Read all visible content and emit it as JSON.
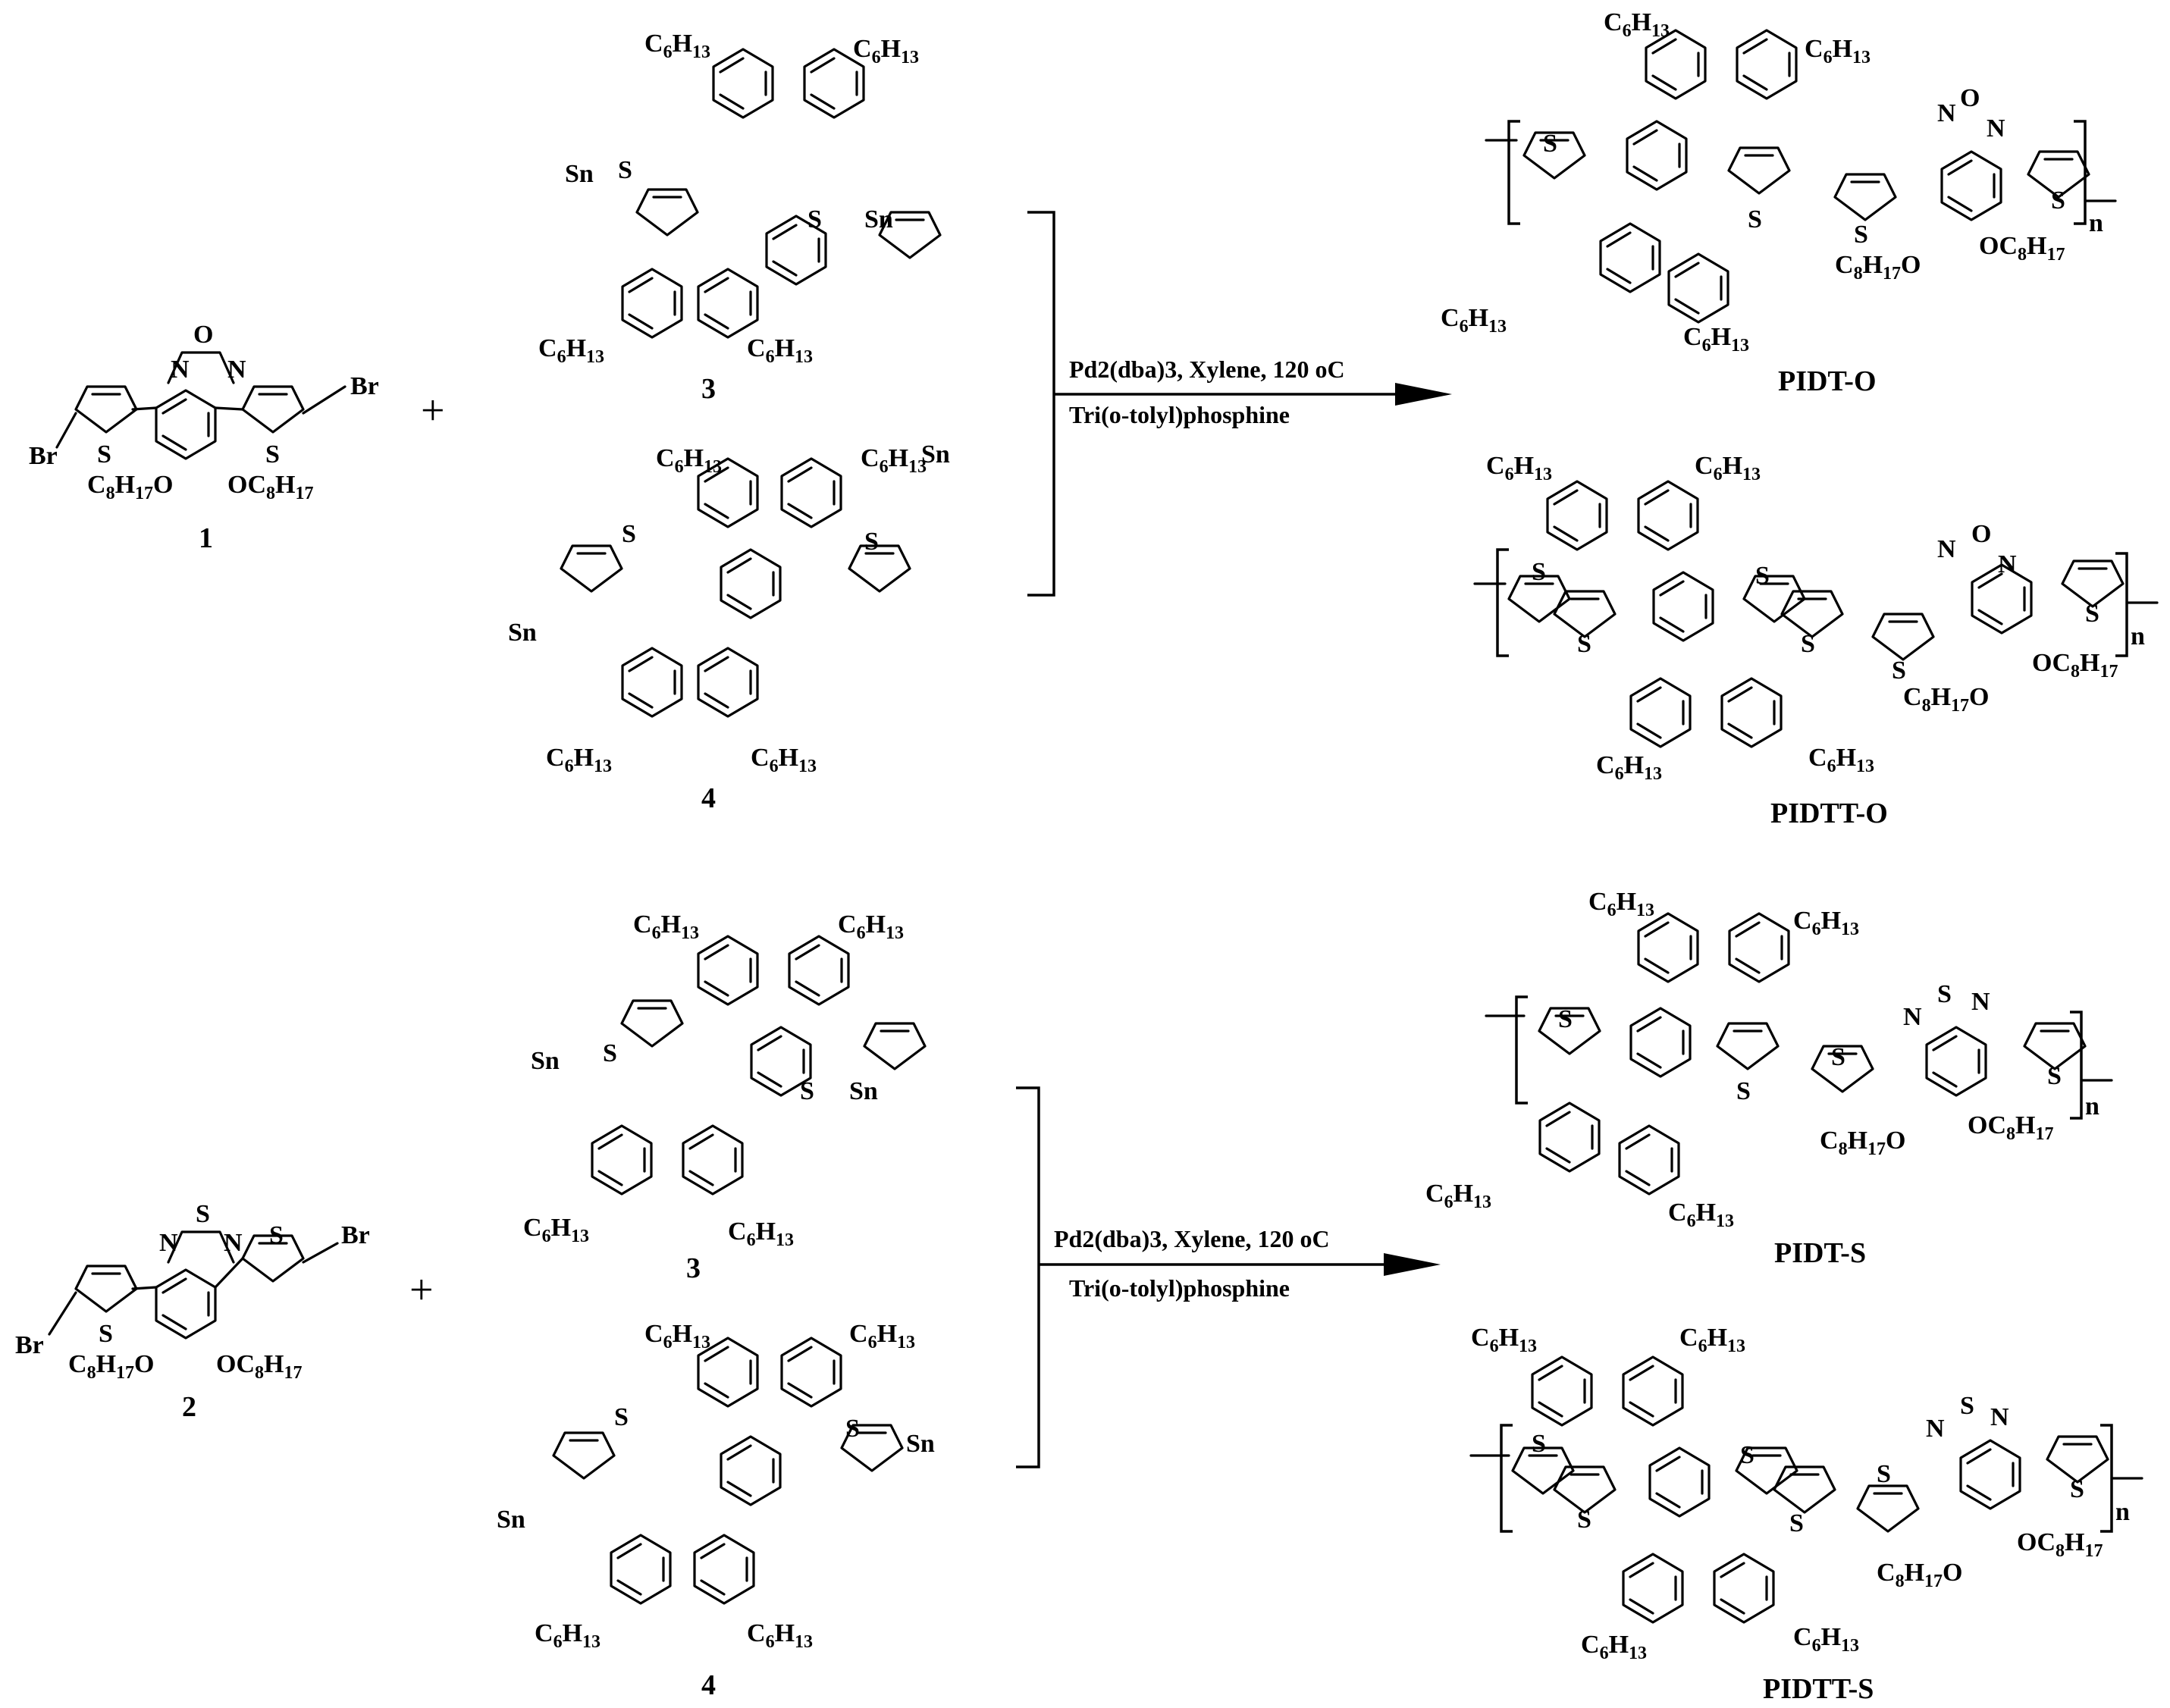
{
  "reaction_1": {
    "monomer_label": "1",
    "plus": "+",
    "reagent_top_label": "3",
    "reagent_bottom_label": "4",
    "conditions_top": "Pd2(dba)3, Xylene, 120 oC",
    "conditions_bottom": "Tri(o-tolyl)phosphine",
    "product_1": "PIDT-O",
    "product_2": "PIDTT-O"
  },
  "reaction_2": {
    "monomer_label": "2",
    "plus": "+",
    "reagent_top_label": "3",
    "reagent_bottom_label": "4",
    "conditions_top": "Pd2(dba)3, Xylene, 120 oC",
    "conditions_bottom": "Tri(o-tolyl)phosphine",
    "product_1": "PIDT-S",
    "product_2": "PIDTT-S"
  },
  "atoms": {
    "br": "Br",
    "s": "S",
    "n": "N",
    "o": "O",
    "sn": "Sn",
    "c": "C",
    "h": "H",
    "n_repeat": "n",
    "hexyl_c": "6",
    "hexyl_h": "13",
    "octyl_c": "8",
    "octyl_h": "17"
  }
}
